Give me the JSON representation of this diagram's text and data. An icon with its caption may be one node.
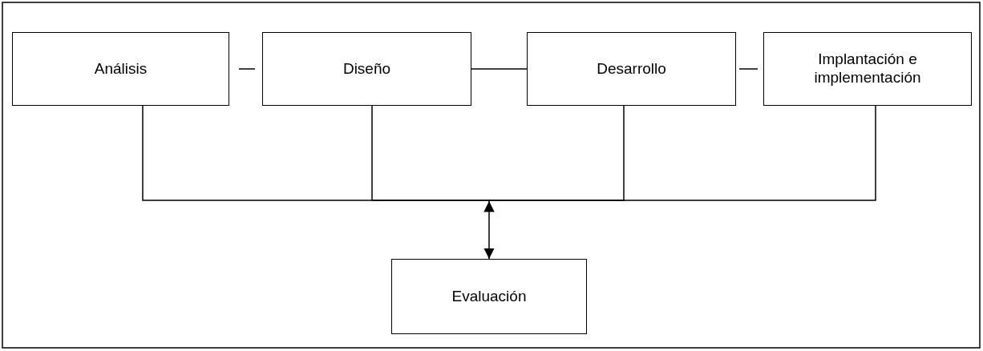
{
  "diagram": {
    "nodes": [
      {
        "text": [
          "Análisis"
        ]
      },
      {
        "text": [
          "Diseño"
        ]
      },
      {
        "text": [
          "Desarrollo"
        ]
      },
      {
        "text": [
          "Implantación e implementación"
        ]
      },
      {
        "text": [
          "Evaluación"
        ]
      }
    ],
    "edges": [
      {
        "from": 0,
        "to": 1,
        "arrow": "none"
      },
      {
        "from": 1,
        "to": 2,
        "arrow": "none"
      },
      {
        "from": 2,
        "to": 3,
        "arrow": "none"
      },
      {
        "from": 0,
        "to": 4,
        "arrow": "to"
      },
      {
        "from": 1,
        "to": 4,
        "arrow": "to"
      },
      {
        "from": 2,
        "to": 4,
        "arrow": "to"
      },
      {
        "from": 3,
        "to": 4,
        "arrow": "to"
      }
    ]
  }
}
